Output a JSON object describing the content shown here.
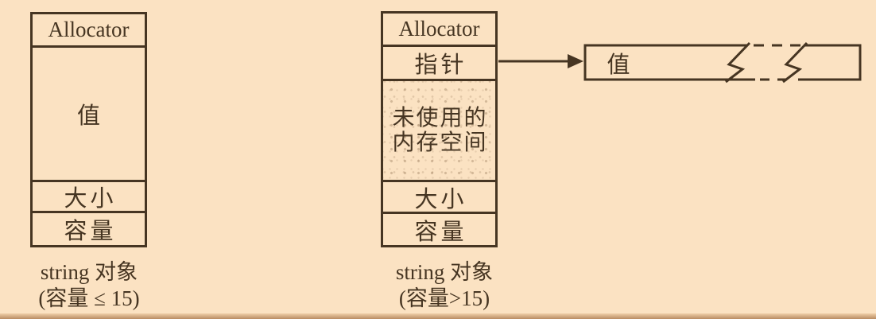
{
  "palette": {
    "background": "#fbe2c2",
    "line": "#463522",
    "text": "#463522",
    "pageEdgeTop": "#efcfa8",
    "pageEdgeBottom": "#b98c63"
  },
  "left_object": {
    "allocator": "Allocator",
    "value": "值",
    "size": "大小",
    "capacity": "容量",
    "caption_line1": "string 对象",
    "caption_line2": "(容量 ≤ 15)"
  },
  "right_object": {
    "allocator": "Allocator",
    "pointer": "指针",
    "unused_line1": "未使用的",
    "unused_line2": "内存空间",
    "size": "大小",
    "capacity": "容量",
    "caption_line1": "string 对象",
    "caption_line2": "(容量>15)"
  },
  "heap": {
    "value": "值"
  }
}
